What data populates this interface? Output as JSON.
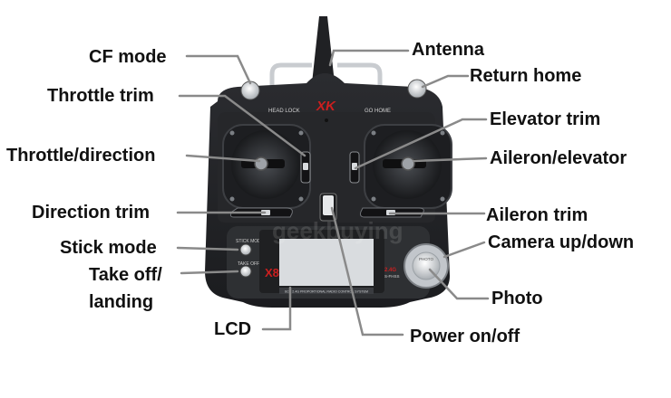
{
  "device": {
    "logo": "XK",
    "switch_left_caption": "HEAD LOCK",
    "switch_right_caption": "GO HOME",
    "stick_mode_caption": "STICK MODE",
    "take_off_caption": "TAKE OFF",
    "photo_caption": "PHOTO",
    "lcd_brand": "X8",
    "band_text": "2.4G",
    "tech_text": "S-FHSS",
    "bottom_strip_text": "6CH 2.4G PROPORTIONAL RADIO CONTROL SYSTEM",
    "watermark": "geekbuying"
  },
  "labels": {
    "cf_mode": "CF mode",
    "throttle_trim": "Throttle trim",
    "throttle_direction": "Throttle/direction",
    "direction_trim": "Direction trim",
    "stick_mode": "Stick mode",
    "take_off_1": "Take off/",
    "take_off_2": "landing",
    "lcd": "LCD",
    "antenna": "Antenna",
    "return_home": "Return home",
    "elevator_trim": "Elevator trim",
    "aileron_elevator": "Aileron/elevator",
    "aileron_trim": "Aileron trim",
    "camera_up_down": "Camera up/down",
    "photo": "Photo",
    "power_on_off": "Power on/off"
  },
  "colors": {
    "body": "#222326",
    "panel": "#2e3033",
    "leader": "#8a8a8a",
    "lcd": "#d9dcdf",
    "accent_red": "#cc1f1f"
  }
}
